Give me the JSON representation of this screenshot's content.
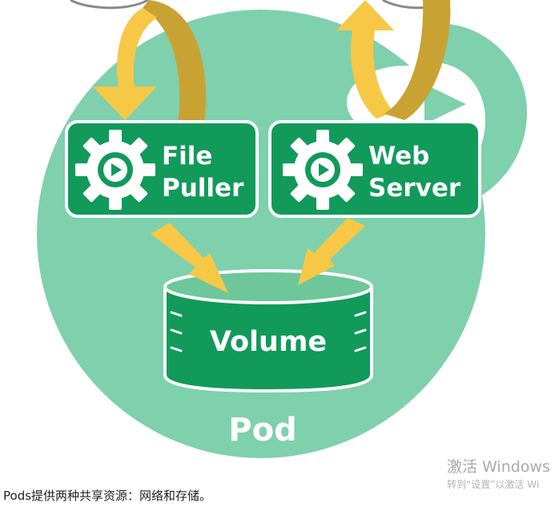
{
  "diagram": {
    "containers": [
      {
        "id": "file-puller",
        "lines": [
          "File",
          "Puller"
        ]
      },
      {
        "id": "web-server",
        "lines": [
          "Web",
          "Server"
        ]
      }
    ],
    "volume_label": "Volume",
    "pod_label": "Pod",
    "colors": {
      "pod": "#7fd0ac",
      "container": "#119a5a",
      "arrow_light": "#f7c846",
      "arrow_dark": "#c9a234",
      "text": "#ffffff"
    },
    "icons": [
      "gear-play-icon",
      "gear-play-icon"
    ]
  },
  "caption": "Pods提供两种共享资源：网络和存储。",
  "watermark": {
    "line1": "激活 Windows",
    "line2": "转到“设置”以激活 Wi"
  }
}
